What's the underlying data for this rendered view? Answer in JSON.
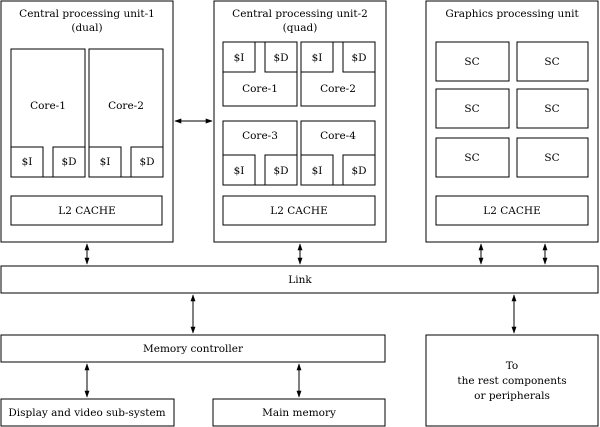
{
  "cpu1": {
    "title": "Central processing unit-1",
    "subtitle": "(dual)",
    "cores": [
      {
        "label": "Core-1",
        "icache": "$I",
        "dcache": "$D"
      },
      {
        "label": "Core-2",
        "icache": "$I",
        "dcache": "$D"
      }
    ],
    "l2": "L2 CACHE"
  },
  "cpu2": {
    "title": "Central processing unit-2",
    "subtitle": "(quad)",
    "cores": [
      {
        "label": "Core-1",
        "icache": "$I",
        "dcache": "$D"
      },
      {
        "label": "Core-2",
        "icache": "$I",
        "dcache": "$D"
      },
      {
        "label": "Core-3",
        "icache": "$I",
        "dcache": "$D"
      },
      {
        "label": "Core-4",
        "icache": "$I",
        "dcache": "$D"
      }
    ],
    "l2": "L2 CACHE"
  },
  "gpu": {
    "title": "Graphics processing unit",
    "sc": [
      "SC",
      "SC",
      "SC",
      "SC",
      "SC",
      "SC"
    ],
    "l2": "L2 CACHE"
  },
  "link": "Link",
  "memory_controller": "Memory controller",
  "display": "Display and video sub-system",
  "main_memory": "Main memory",
  "rest": [
    "To",
    "the rest components",
    "or peripherals"
  ]
}
